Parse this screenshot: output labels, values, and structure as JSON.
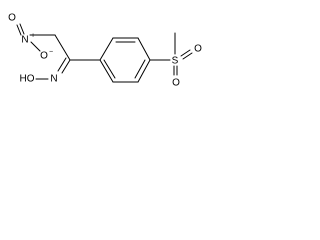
{
  "molecule": {
    "atoms": {
      "nitro_o_terminal": "O",
      "nitro_n": "N",
      "nitro_n_charge": "+",
      "nitro_o_anionic": "O",
      "nitro_o_anionic_charge": "−",
      "oxime_oh": "HO",
      "oxime_n": "N",
      "sulfonyl_s": "S",
      "sulfonyl_o_upper": "O",
      "sulfonyl_o_lower": "O"
    }
  }
}
